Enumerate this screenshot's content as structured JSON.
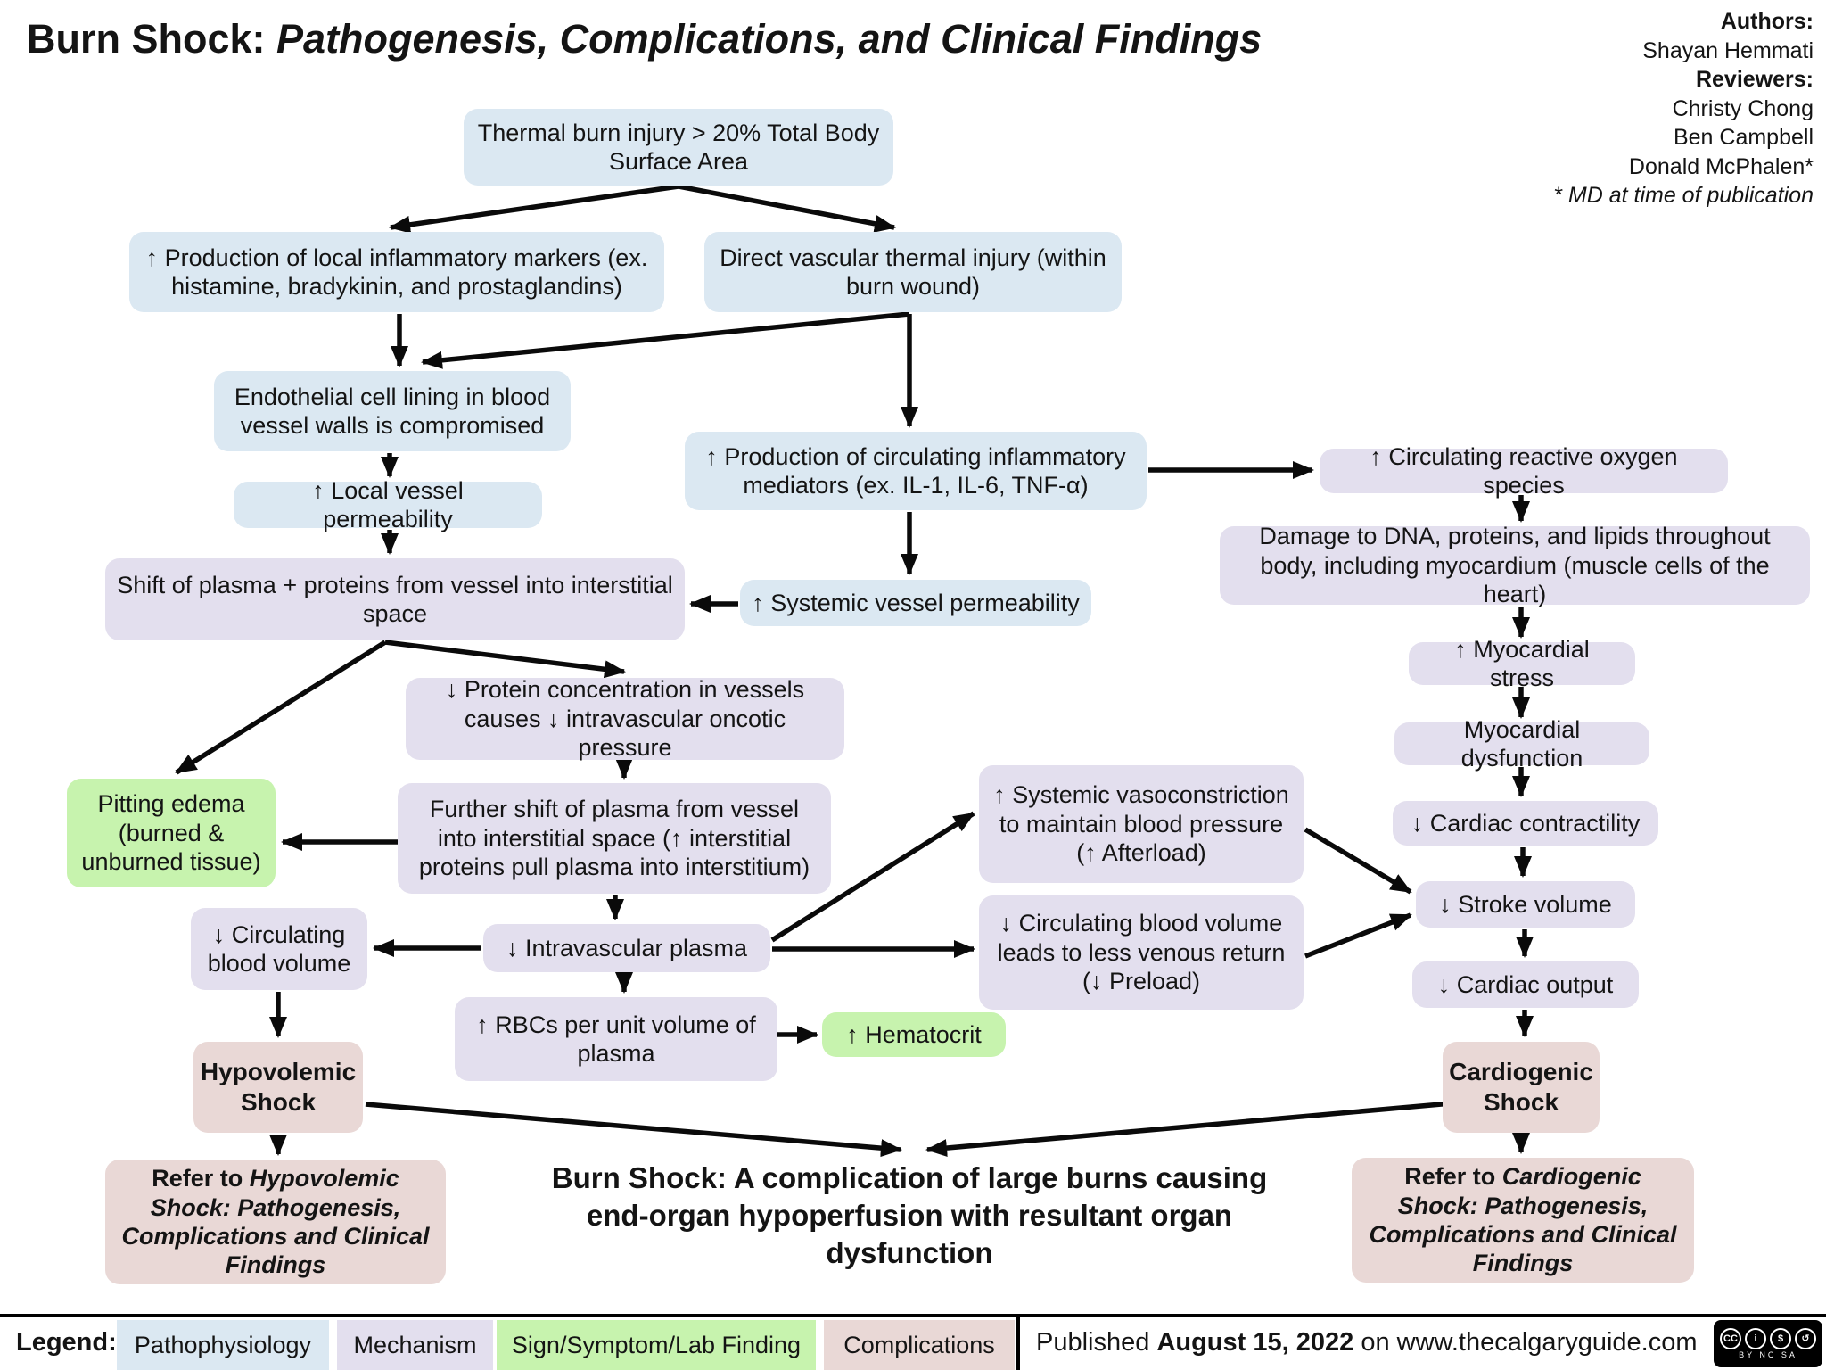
{
  "title": {
    "prefix": "Burn Shock:",
    "rest": " Pathogenesis, Complications, and Clinical Findings"
  },
  "credits": {
    "authors_label": "Authors:",
    "author_1": "Shayan Hemmati",
    "reviewers_label": "Reviewers:",
    "reviewer_1": "Christy Chong",
    "reviewer_2": "Ben Campbell",
    "reviewer_3": "Donald McPhalen*",
    "note": "* MD at time of publication"
  },
  "colors": {
    "pathophysiology": "#dbe8f2",
    "mechanism": "#e3dfee",
    "sign_symptom_lab": "#c7f3ae",
    "complications": "#e9d8d6",
    "arrow": "#0a0a0a"
  },
  "nodes": {
    "thermal": {
      "text": "Thermal burn injury > 20% Total Body Surface Area"
    },
    "local_markers": {
      "text": "↑ Production of local inflammatory markers (ex. histamine, bradykinin, and prostaglandins)"
    },
    "direct_vascular": {
      "text": "Direct vascular thermal injury (within burn wound)"
    },
    "endothelial": {
      "text": "Endothelial cell lining in blood vessel walls is compromised"
    },
    "local_permeability": {
      "text": "↑ Local vessel permeability"
    },
    "circ_mediators": {
      "text": "↑ Production of circulating inflammatory mediators (ex. IL-1, IL-6, TNF-α)"
    },
    "reactive_oxygen": {
      "text": "↑ Circulating reactive oxygen species"
    },
    "shift_plasma": {
      "text": "Shift of plasma + proteins from vessel into interstitial space"
    },
    "systemic_permeability": {
      "text": "↑ Systemic vessel permeability"
    },
    "damage_dna": {
      "text": "Damage to DNA, proteins, and lipids throughout body, including myocardium (muscle cells of the heart)"
    },
    "myocardial_stress": {
      "text": "↑ Myocardial stress"
    },
    "protein_concentration": {
      "text": "↓ Protein concentration in vessels causes ↓ intravascular oncotic pressure"
    },
    "myocardial_dysfunction": {
      "text": "Myocardial dysfunction"
    },
    "pitting_edema": {
      "text": "Pitting edema (burned & unburned tissue)"
    },
    "further_shift": {
      "text": "Further shift of plasma from vessel into interstitial space (↑ interstitial proteins pull plasma into interstitium)"
    },
    "vasoconstriction": {
      "text": "↑ Systemic vasoconstriction to maintain blood pressure (↑ Afterload)"
    },
    "cardiac_contractility": {
      "text": "↓ Cardiac contractility"
    },
    "stroke_volume": {
      "text": "↓ Stroke volume"
    },
    "circ_blood_volume": {
      "text": "↓ Circulating blood volume"
    },
    "intravascular_plasma": {
      "text": "↓ Intravascular plasma"
    },
    "venous_return": {
      "text": "↓ Circulating blood volume leads to less venous return (↓ Preload)"
    },
    "cardiac_output": {
      "text": "↓ Cardiac output"
    },
    "rbc_per_volume": {
      "text": "↑ RBCs per unit volume of plasma"
    },
    "hematocrit": {
      "text": "↑ Hematocrit"
    },
    "hypovolemic_shock": {
      "text": "Hypovolemic Shock"
    },
    "cardiogenic_shock": {
      "text": "Cardiogenic Shock"
    },
    "refer_hypovolemic": {
      "prefix": "Refer to ",
      "title": "Hypovolemic Shock: Pathogenesis, Complications and Clinical Findings"
    },
    "refer_cardiogenic": {
      "prefix": "Refer to ",
      "title": "Cardiogenic Shock: Pathogenesis, Complications and Clinical Findings"
    }
  },
  "definition": {
    "text": "Burn Shock: A complication of large burns causing end-organ hypoperfusion with resultant organ dysfunction"
  },
  "footer": {
    "legend_label": "Legend:",
    "legend_items": [
      {
        "label": "Pathophysiology"
      },
      {
        "label": "Mechanism"
      },
      {
        "label": "Sign/Symptom/Lab Finding"
      },
      {
        "label": "Complications"
      }
    ],
    "published_prefix": "Published ",
    "published_date": "August 15, 2022",
    "published_suffix": " on www.thecalgaryguide.com",
    "license_cc": "CC",
    "license_terms": "BY NC SA"
  }
}
